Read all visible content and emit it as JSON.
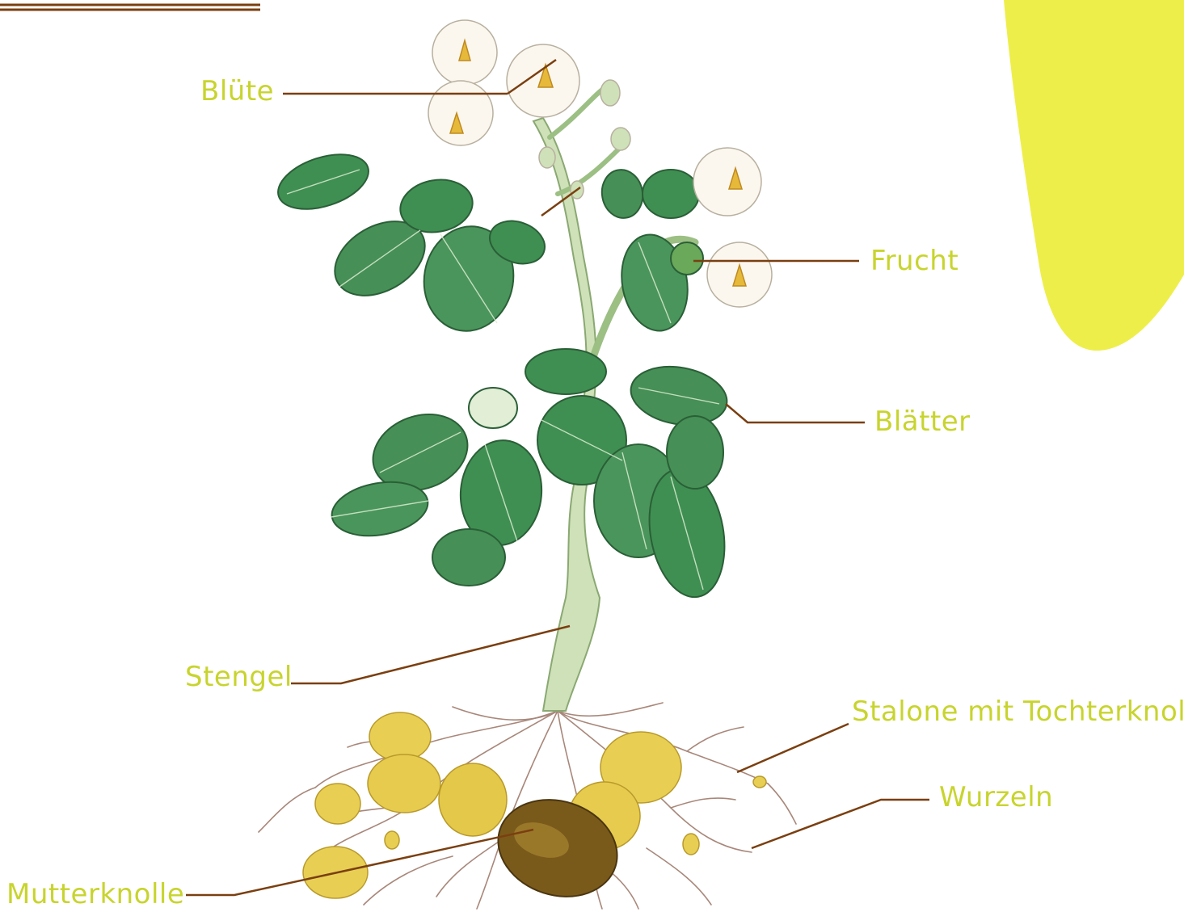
{
  "labels": {
    "bluete": "Blüte",
    "frucht": "Frucht",
    "blaetter": "Blätter",
    "stengel": "Stengel",
    "stalone": "Stalone mit Tochterknolle",
    "wurzeln": "Wurzeln",
    "mutterknolle": "Mutterknolle"
  },
  "colors": {
    "label_text": "#c8d42e",
    "leader_line": "#7a3f10",
    "accent_blob": "#eeee4a",
    "leaf": "#3f8f52",
    "leaf_dark": "#2a5f37",
    "stem": "#cfe1b8",
    "flower": "#fbf7ee",
    "tuber": "#e8cf54",
    "mother_tuber": "#7a5a1a",
    "roots": "#a8877a"
  }
}
